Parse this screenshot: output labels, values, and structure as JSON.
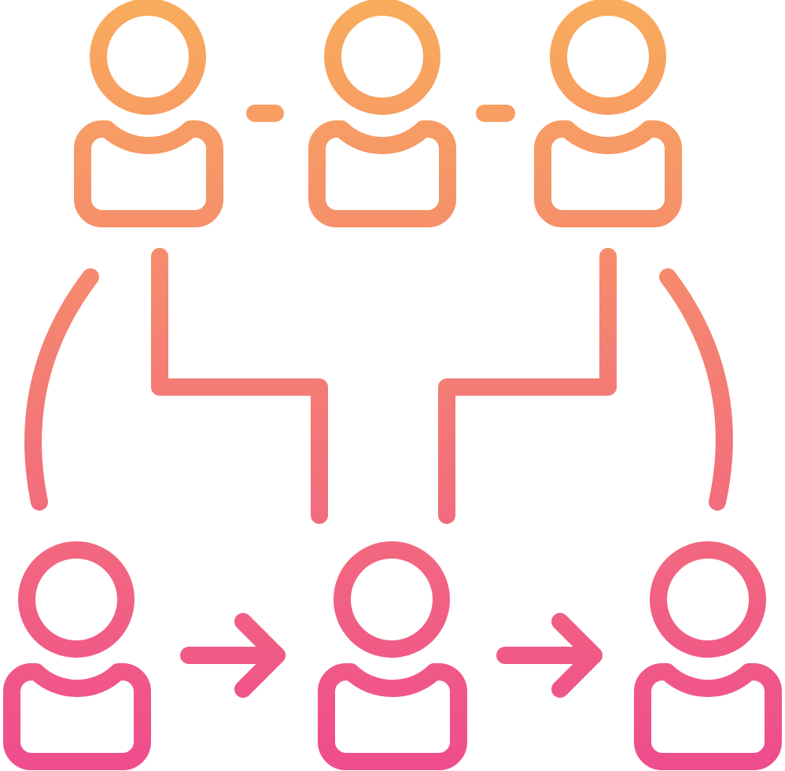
{
  "icon": {
    "name": "team-workflow-icon",
    "style": "outline",
    "stroke_gradient": {
      "top_color": "#F9AC5C",
      "bottom_color": "#EF4C8E"
    },
    "people_count": 6,
    "top_row_people": 3,
    "bottom_row_people": 3,
    "arrows": 2
  }
}
